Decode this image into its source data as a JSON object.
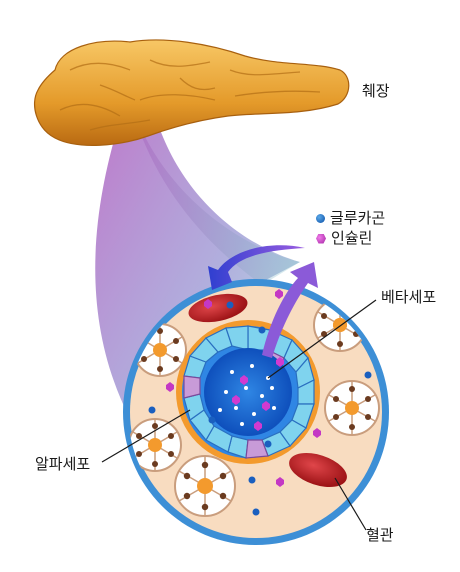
{
  "labels": {
    "pancreas": "췌장",
    "beta_cell": "베타세포",
    "alpha_cell": "알파세포",
    "blood_vessel": "혈관"
  },
  "legend": {
    "glucagon": "글루카곤",
    "insulin": "인슐린"
  },
  "colors": {
    "pancreas": "#e8a531",
    "ring": "#3d8fd6",
    "tissue": "#f8dcc0",
    "islet_core": "#1560c8",
    "beta": "#7fd3ee",
    "alpha": "#c89bd8",
    "vessel": "#c1272d",
    "glucagon": "#1a5fbf",
    "insulin": "#c438c4",
    "arrow": "#6a3fd6"
  }
}
